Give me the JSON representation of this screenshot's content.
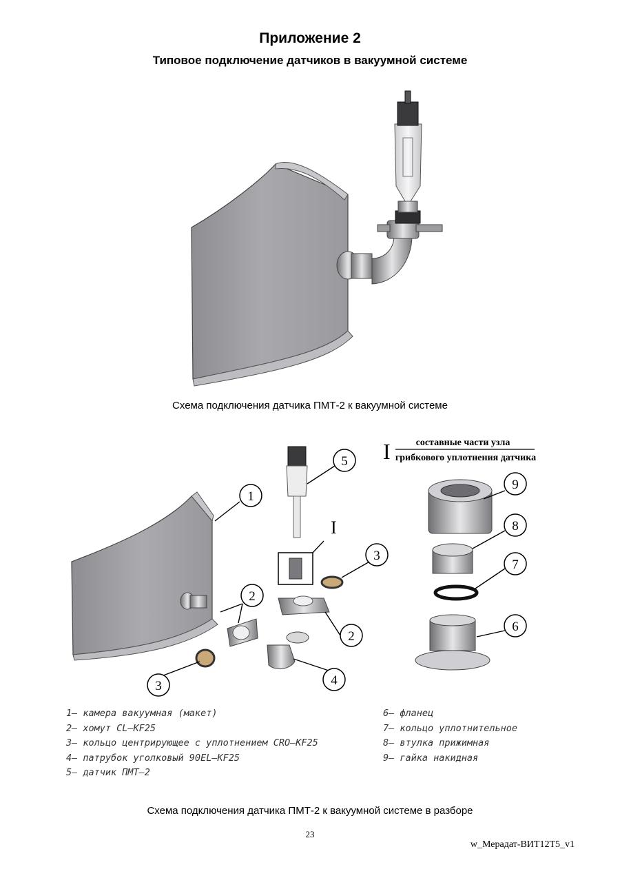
{
  "header": {
    "title": "Приложение 2",
    "subtitle": "Типовое подключение датчиков в вакуумной системе"
  },
  "figure1": {
    "caption": "Схема подключения датчика ПМТ-2 к вакуумной системе"
  },
  "figure2": {
    "caption": "Схема подключения датчика ПМТ-2 к вакуумной системе в разборе",
    "detail_marker": "I",
    "detail_label_top": "составные части узла",
    "detail_label_bottom": "грибкового уплотнения датчика",
    "callouts": [
      "1",
      "2",
      "2",
      "3",
      "3",
      "4",
      "5",
      "6",
      "7",
      "8",
      "9"
    ],
    "legend_left": [
      "1– камера вакуумная (макет)",
      "2– хомут CL–KF25",
      "3– кольцо центрирующее с уплотнением CRO–KF25",
      "4– патрубок уголковый 90EL–KF25",
      "5– датчик ПМТ–2"
    ],
    "legend_right": [
      "6– фланец",
      "7– кольцо уплотнительное",
      "8– втулка прижимная",
      "9– гайка накидная"
    ]
  },
  "footer": {
    "page_number": "23",
    "doc_id": "w_Мерадат-ВИТ12Т5_v1"
  }
}
